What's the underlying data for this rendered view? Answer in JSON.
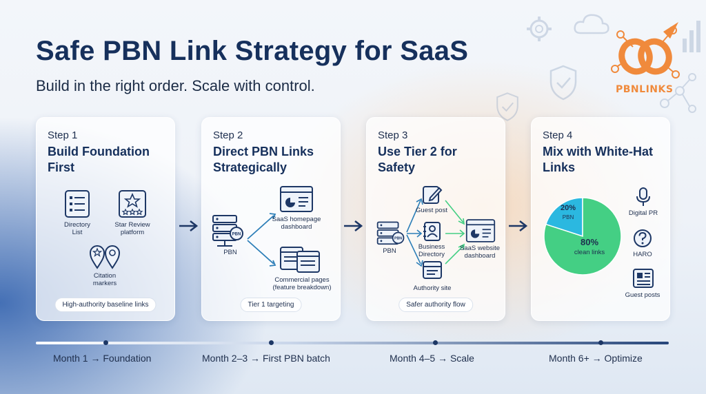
{
  "title": "Safe PBN Link Strategy for SaaS",
  "subtitle": "Build in the right order. Scale with control.",
  "logo": {
    "text": "PBNLINKS",
    "icon": "chain-link-network-icon",
    "color": "#f08a3c"
  },
  "steps": [
    {
      "num": "Step 1",
      "title": "Build Foundation First",
      "items": [
        "Directory List",
        "Star Review platform",
        "Citation markers"
      ],
      "pill": "High-authority baseline links"
    },
    {
      "num": "Step 2",
      "title": "Direct PBN Links Strategically",
      "source": "PBN",
      "targets": [
        "SaaS homepage dashboard",
        "Commercial pages (feature breakdown)"
      ],
      "pill": "Tier 1 targeting"
    },
    {
      "num": "Step 3",
      "title": "Use Tier 2 for Safety",
      "source": "PBN",
      "middle": [
        "Guest post",
        "Business Directory",
        "Authority site"
      ],
      "target": "SaaS website dashboard",
      "pill": "Safer authority flow"
    },
    {
      "num": "Step 4",
      "title": "Mix with White-Hat Links",
      "pie": [
        {
          "pct": "20%",
          "label": "PBN",
          "value": 20,
          "color": "#2bb8e0"
        },
        {
          "pct": "80%",
          "label": "clean links",
          "value": 80,
          "color": "#44cf84"
        }
      ],
      "items": [
        "Digital PR",
        "HARO",
        "Guest posts"
      ]
    }
  ],
  "timeline": [
    "Month 1 → Foundation",
    "Month 2–3 → First PBN batch",
    "Month 4–5 → Scale",
    "Month 6+ → Optimize"
  ],
  "colors": {
    "title": "#16305c",
    "accent": "#1d3765",
    "green": "#44cf84",
    "blue": "#2bb8e0"
  }
}
